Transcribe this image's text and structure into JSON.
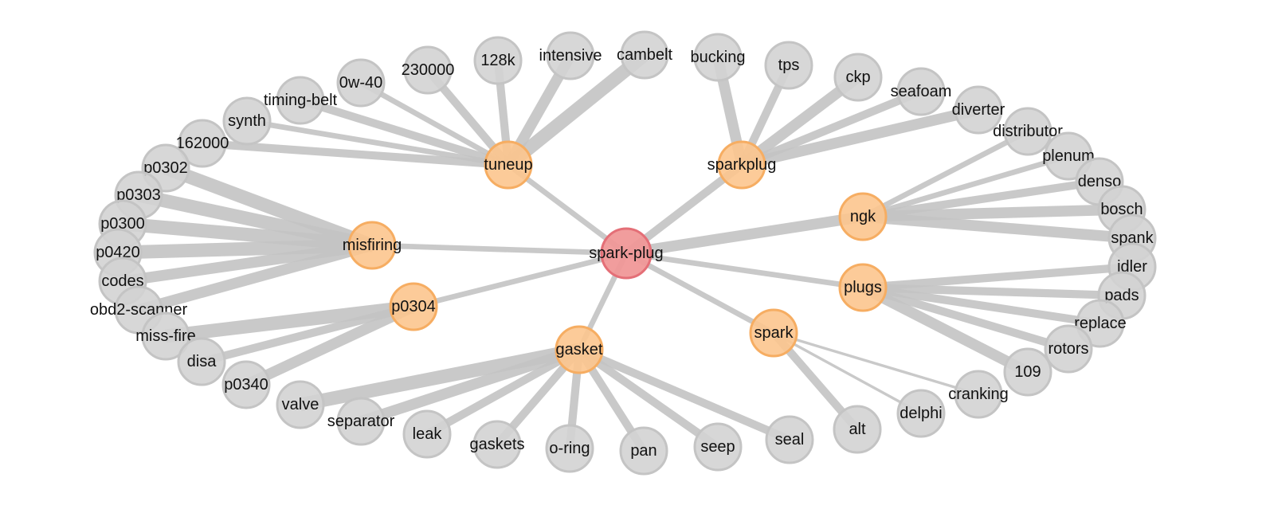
{
  "graph": {
    "colors": {
      "center": "#f09898",
      "center_stroke": "#e46f77",
      "hub": "#fcc58e",
      "hub_stroke": "#f6ad62",
      "leaf": "#d3d3d3",
      "leaf_stroke": "#c4c4c4",
      "edge": "#c4c4c4"
    },
    "center": "spark-plug",
    "hubs": [
      "tuneup",
      "sparkplug",
      "misfiring",
      "ngk",
      "plugs",
      "p0304",
      "spark",
      "gasket"
    ],
    "leaves": [
      "230000",
      "128k",
      "intensive",
      "cambelt",
      "0w-40",
      "timing-belt",
      "synth",
      "162000",
      "bucking",
      "tps",
      "ckp",
      "seafoam",
      "diverter",
      "p0302",
      "p0303",
      "p0300",
      "p0420",
      "codes",
      "obd2-scanner",
      "distributor",
      "plenum",
      "denso",
      "bosch",
      "spank",
      "idler",
      "pads",
      "replace",
      "rotors",
      "109",
      "miss-fire",
      "disa",
      "p0340",
      "cranking",
      "delphi",
      "alt",
      "valve",
      "separator",
      "leak",
      "gaskets",
      "o-ring",
      "pan",
      "seep",
      "seal"
    ],
    "edges": [
      {
        "source": "spark-plug",
        "target": "tuneup",
        "weight": 2
      },
      {
        "source": "spark-plug",
        "target": "sparkplug",
        "weight": 3
      },
      {
        "source": "spark-plug",
        "target": "misfiring",
        "weight": 2
      },
      {
        "source": "spark-plug",
        "target": "ngk",
        "weight": 4
      },
      {
        "source": "spark-plug",
        "target": "plugs",
        "weight": 2
      },
      {
        "source": "spark-plug",
        "target": "p0304",
        "weight": 2
      },
      {
        "source": "spark-plug",
        "target": "spark",
        "weight": 2
      },
      {
        "source": "spark-plug",
        "target": "gasket",
        "weight": 2
      },
      {
        "source": "tuneup",
        "target": "230000",
        "weight": 3
      },
      {
        "source": "tuneup",
        "target": "128k",
        "weight": 3
      },
      {
        "source": "tuneup",
        "target": "intensive",
        "weight": 4
      },
      {
        "source": "tuneup",
        "target": "cambelt",
        "weight": 5
      },
      {
        "source": "tuneup",
        "target": "0w-40",
        "weight": 2
      },
      {
        "source": "tuneup",
        "target": "timing-belt",
        "weight": 3
      },
      {
        "source": "tuneup",
        "target": "synth",
        "weight": 2
      },
      {
        "source": "tuneup",
        "target": "162000",
        "weight": 3
      },
      {
        "source": "sparkplug",
        "target": "bucking",
        "weight": 4
      },
      {
        "source": "sparkplug",
        "target": "tps",
        "weight": 3
      },
      {
        "source": "sparkplug",
        "target": "ckp",
        "weight": 4
      },
      {
        "source": "sparkplug",
        "target": "seafoam",
        "weight": 3
      },
      {
        "source": "sparkplug",
        "target": "diverter",
        "weight": 4
      },
      {
        "source": "misfiring",
        "target": "p0302",
        "weight": 5
      },
      {
        "source": "misfiring",
        "target": "p0303",
        "weight": 5
      },
      {
        "source": "misfiring",
        "target": "p0300",
        "weight": 5
      },
      {
        "source": "misfiring",
        "target": "p0420",
        "weight": 5
      },
      {
        "source": "misfiring",
        "target": "codes",
        "weight": 4
      },
      {
        "source": "misfiring",
        "target": "obd2-scanner",
        "weight": 4
      },
      {
        "source": "ngk",
        "target": "distributor",
        "weight": 2
      },
      {
        "source": "ngk",
        "target": "plenum",
        "weight": 2
      },
      {
        "source": "ngk",
        "target": "denso",
        "weight": 3
      },
      {
        "source": "ngk",
        "target": "bosch",
        "weight": 4
      },
      {
        "source": "ngk",
        "target": "spank",
        "weight": 4
      },
      {
        "source": "plugs",
        "target": "idler",
        "weight": 3
      },
      {
        "source": "plugs",
        "target": "pads",
        "weight": 3
      },
      {
        "source": "plugs",
        "target": "replace",
        "weight": 3
      },
      {
        "source": "plugs",
        "target": "rotors",
        "weight": 3
      },
      {
        "source": "plugs",
        "target": "109",
        "weight": 4
      },
      {
        "source": "p0304",
        "target": "miss-fire",
        "weight": 5
      },
      {
        "source": "p0304",
        "target": "disa",
        "weight": 3
      },
      {
        "source": "p0304",
        "target": "p0340",
        "weight": 4
      },
      {
        "source": "spark",
        "target": "cranking",
        "weight": 1
      },
      {
        "source": "spark",
        "target": "delphi",
        "weight": 1
      },
      {
        "source": "spark",
        "target": "alt",
        "weight": 3
      },
      {
        "source": "gasket",
        "target": "valve",
        "weight": 5
      },
      {
        "source": "gasket",
        "target": "separator",
        "weight": 4
      },
      {
        "source": "gasket",
        "target": "leak",
        "weight": 3
      },
      {
        "source": "gasket",
        "target": "gaskets",
        "weight": 3
      },
      {
        "source": "gasket",
        "target": "o-ring",
        "weight": 3
      },
      {
        "source": "gasket",
        "target": "pan",
        "weight": 3
      },
      {
        "source": "gasket",
        "target": "seep",
        "weight": 3
      },
      {
        "source": "gasket",
        "target": "seal",
        "weight": 3
      }
    ]
  }
}
